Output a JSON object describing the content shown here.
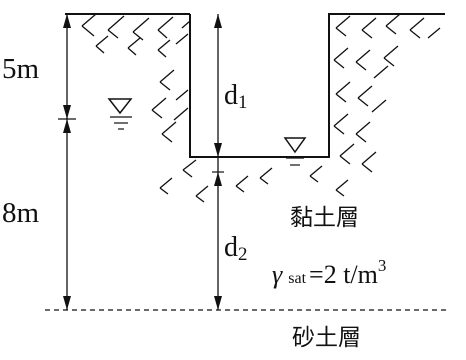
{
  "dimensions": {
    "upper_depth": "5m",
    "lower_depth": "8m",
    "d1": "d",
    "d1_sub": "1",
    "d2": "d",
    "d2_sub": "2"
  },
  "layers": {
    "clay": "黏土層",
    "sand": "砂土層"
  },
  "property": {
    "symbol": "γ",
    "subscript": "sat",
    "value": "=2 t/m",
    "exponent": "3"
  },
  "icons": {
    "water_table_left": "water-table-triangle",
    "water_table_excavation": "water-table-triangle"
  }
}
